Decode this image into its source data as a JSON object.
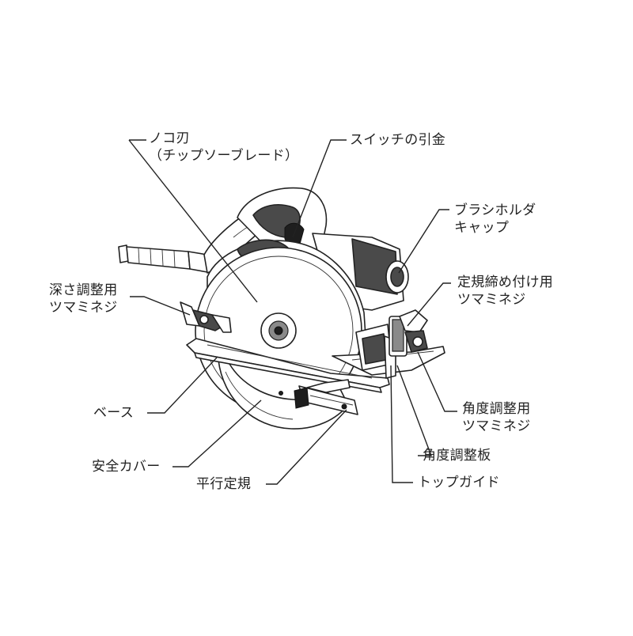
{
  "labels": {
    "blade": [
      "ノコ刃",
      "（チップソーブレード）"
    ],
    "switch": [
      "スイッチの引金"
    ],
    "brush_cap": [
      "ブラシホルダ",
      "キャップ"
    ],
    "depth_knob": [
      "深さ調整用",
      "ツマミネジ"
    ],
    "guide_knob": [
      "定規締め付け用",
      "ツマミネジ"
    ],
    "angle_knob": [
      "角度調整用",
      "ツマミネジ"
    ],
    "base": [
      "ベース"
    ],
    "angle_plate": [
      "角度調整板"
    ],
    "safety_cover": [
      "安全カバー"
    ],
    "parallel_guide": [
      "平行定規"
    ],
    "top_guide": [
      "トップガイド"
    ]
  }
}
